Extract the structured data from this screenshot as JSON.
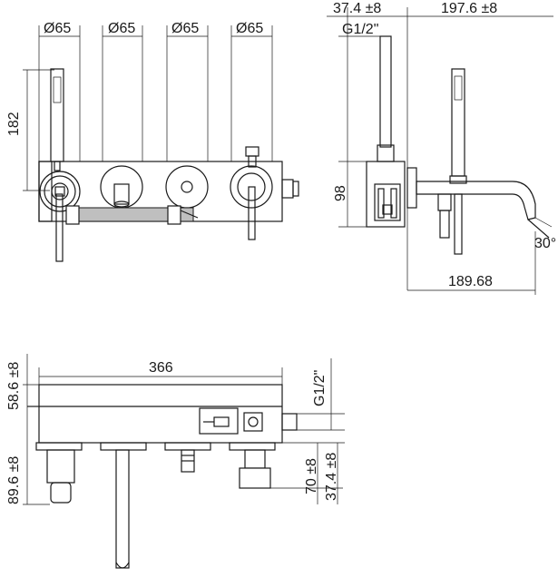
{
  "front_view": {
    "dia_1": "Ø65",
    "dia_2": "Ø65",
    "dia_3": "Ø65",
    "dia_4": "Ø65",
    "height_182": "182"
  },
  "side_view": {
    "offset": "37.4 ±8",
    "depth": "197.6 ±8",
    "thread": "G1/2\"",
    "height_98": "98",
    "bottom_width": "189.68",
    "angle": "30°"
  },
  "top_view": {
    "width": "366",
    "depth_top": "58.6 ±8",
    "thread": "G1/2\"",
    "depth_89": "89.6 ±8",
    "depth_70": "70 ±8",
    "depth_37": "37.4 ±8"
  }
}
